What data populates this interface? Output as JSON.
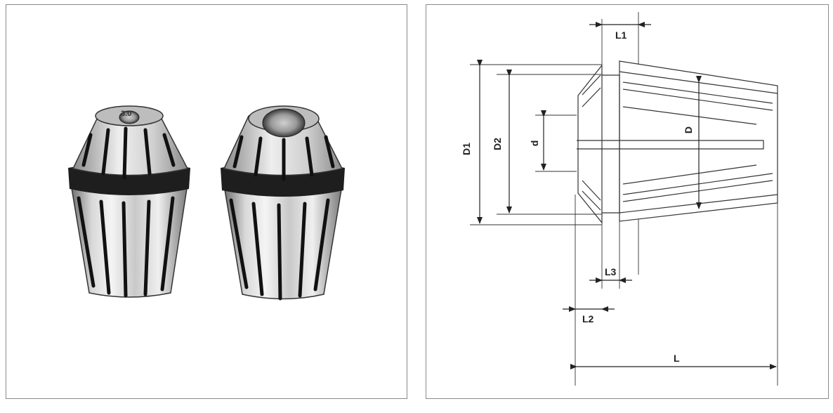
{
  "photo": {
    "collet_size_marking": "3.0"
  },
  "drawing": {
    "labels": {
      "L1": "L1",
      "L2": "L2",
      "L3": "L3",
      "L": "L",
      "D": "D",
      "D1": "D1",
      "D2": "D2",
      "d": "d"
    }
  }
}
